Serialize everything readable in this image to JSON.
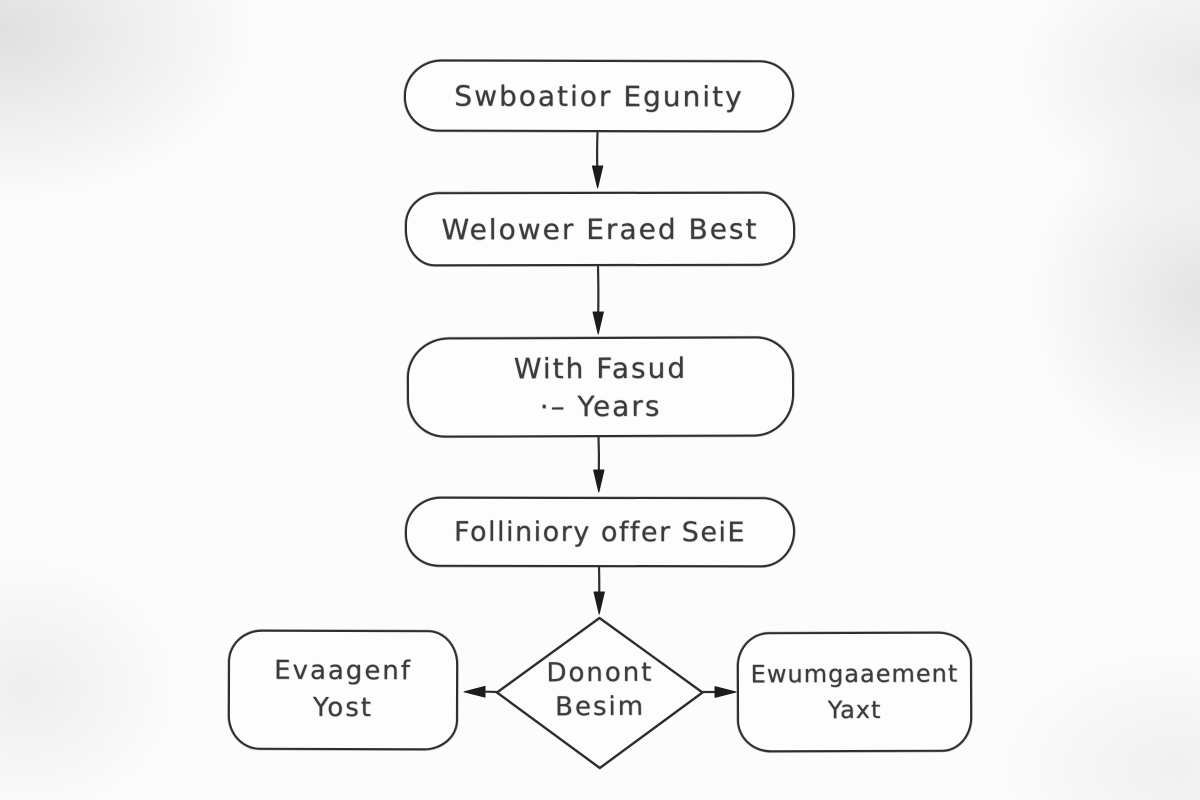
{
  "diagram": {
    "type": "flowchart",
    "style": "hand-drawn",
    "colors": {
      "stroke": "#2e2e2e",
      "text": "#3b3b3b",
      "fill": "#fdfdfd",
      "arrowhead": "#1c1c1c"
    },
    "nodes": [
      {
        "id": "n1",
        "shape": "rounded-rect",
        "lines": [
          "Swboatior Egunity"
        ]
      },
      {
        "id": "n2",
        "shape": "rounded-rect",
        "lines": [
          "Welower Eraed Best"
        ]
      },
      {
        "id": "n3",
        "shape": "rounded-rect",
        "lines": [
          "With Fasud",
          "·– Years"
        ]
      },
      {
        "id": "n4",
        "shape": "rounded-rect",
        "lines": [
          "Folliniory offer SeiE"
        ]
      },
      {
        "id": "decision",
        "shape": "diamond",
        "lines": [
          "Donont",
          "Besim"
        ]
      },
      {
        "id": "left",
        "shape": "rounded-rect",
        "lines": [
          "Evaagenf",
          "Yost"
        ]
      },
      {
        "id": "right",
        "shape": "rounded-rect",
        "lines": [
          "Ewumgaaement",
          "Yaxt"
        ]
      }
    ],
    "edges": [
      {
        "from": "n1",
        "to": "n2",
        "direction": "down"
      },
      {
        "from": "n2",
        "to": "n3",
        "direction": "down"
      },
      {
        "from": "n3",
        "to": "n4",
        "direction": "down"
      },
      {
        "from": "n4",
        "to": "decision",
        "direction": "down"
      },
      {
        "from": "decision",
        "to": "left",
        "direction": "left"
      },
      {
        "from": "decision",
        "to": "right",
        "direction": "right"
      }
    ]
  }
}
